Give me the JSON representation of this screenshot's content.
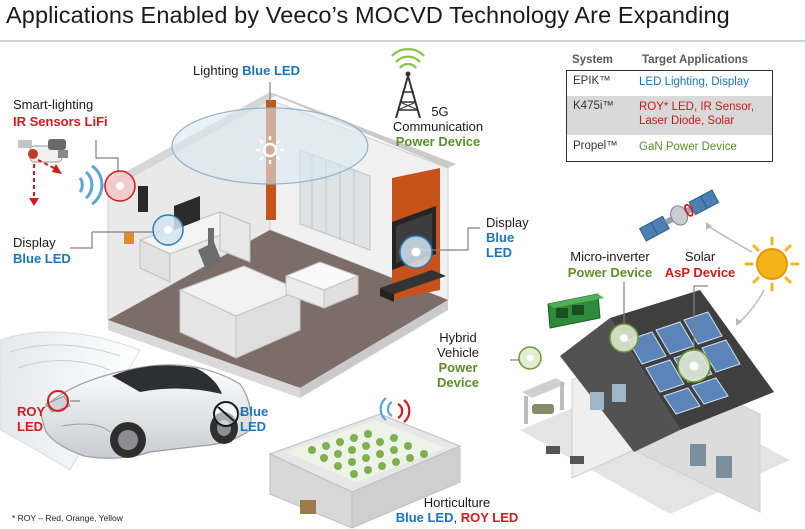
{
  "title": "Applications Enabled by Veeco’s MOCVD Technology Are Expanding",
  "table": {
    "headers": {
      "system": "System",
      "applications": "Target Applications"
    },
    "rows": [
      {
        "system": "EPIK™",
        "applications": "LED Lighting, Display",
        "color": "#1b75bb"
      },
      {
        "system": "K475i™",
        "applications": "ROY* LED, IR Sensor, Laser Diode, Solar",
        "color": "#c8191c"
      },
      {
        "system": "Propel™",
        "applications": "GaN Power Device",
        "color": "#5b8f2a"
      }
    ]
  },
  "labels": {
    "lighting": {
      "name": "Lighting",
      "tech": "Blue LED"
    },
    "smart_lighting": {
      "name": "Smart-lighting",
      "tech": "IR Sensors LiFi"
    },
    "five_g": {
      "line1": "5G",
      "line2": "Communication",
      "tech": "Power Device"
    },
    "display_left": {
      "name": "Display",
      "tech": "Blue LED"
    },
    "display_right": {
      "name": "Display",
      "tech1": "Blue",
      "tech2": "LED"
    },
    "micro_inverter": {
      "name": "Micro-inverter",
      "tech": "Power Device"
    },
    "solar": {
      "name": "Solar",
      "tech": "AsP Device"
    },
    "hybrid": {
      "line1": "Hybrid",
      "line2": "Vehicle",
      "tech1": "Power",
      "tech2": "Device"
    },
    "car_roy": {
      "line1": "ROY",
      "line2": "LED"
    },
    "car_blue": {
      "line1": "Blue",
      "line2": "LED"
    },
    "horticulture": {
      "name": "Horticulture",
      "tech1": "Blue LED",
      "sep": ",",
      "tech2": "ROY LED"
    }
  },
  "footnote": "* ROY – Red, Orange, Yellow",
  "colors": {
    "blue": "#1b75bb",
    "red": "#d7191c",
    "green": "#5b8f2a",
    "wall": "#e6e6e6",
    "floor": "#7a6a66",
    "accent_orange": "#c8531a"
  }
}
